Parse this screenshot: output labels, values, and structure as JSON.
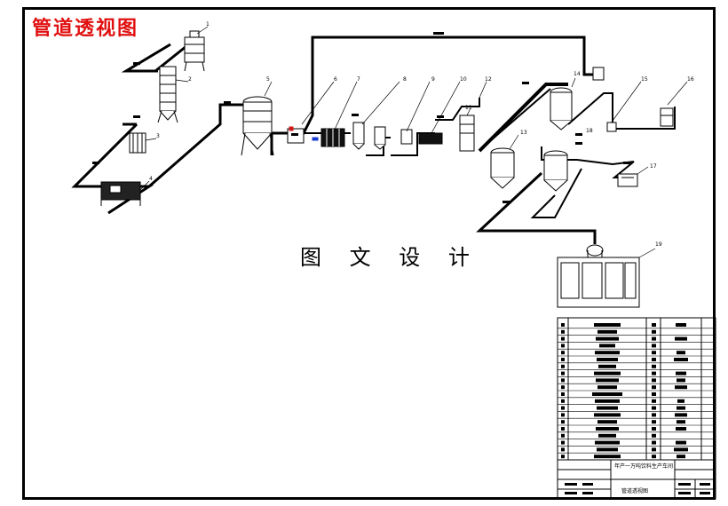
{
  "title": "管道透视图",
  "center_label": "图 文 设 计",
  "equipment_numbers": [
    "1",
    "2",
    "3",
    "4",
    "5",
    "6",
    "7",
    "8",
    "9",
    "10",
    "11",
    "12",
    "13",
    "14",
    "15",
    "16",
    "17",
    "18",
    "19"
  ],
  "title_block": {
    "project": "年产一万吨饮料生产车间",
    "drawing": "管道透视图"
  },
  "colors": {
    "title": "#e01010",
    "line": "#000000",
    "accent": "#d01818",
    "accent2": "#1a3cd0"
  }
}
